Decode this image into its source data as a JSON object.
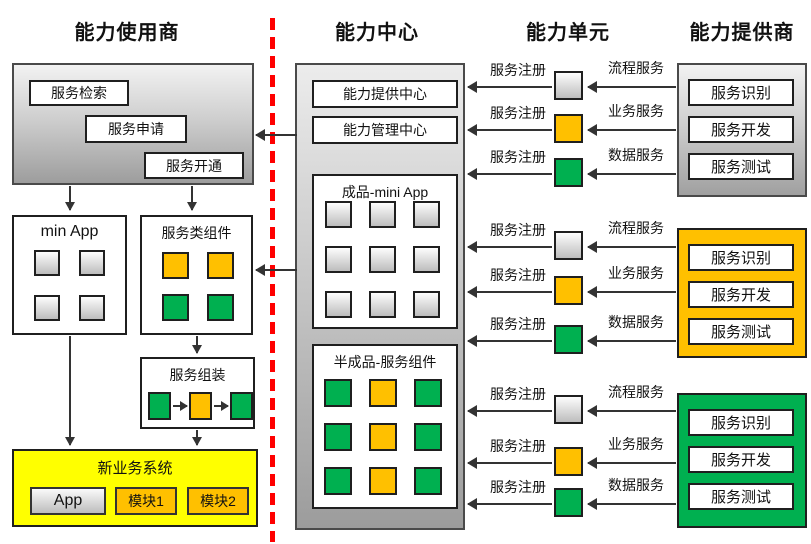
{
  "headers": {
    "consumer": "能力使用商",
    "center": "能力中心",
    "unit": "能力单元",
    "provider": "能力提供商"
  },
  "colors": {
    "orange": "#FFC000",
    "green": "#00B050",
    "yellow": "#FFFF00",
    "divider_red": "#FF0000",
    "gray_square": "#d9d9d9"
  },
  "consumer": {
    "portal_steps": [
      "服务检索",
      "服务申请",
      "服务开通"
    ],
    "min_app": {
      "title": "min App",
      "grid": [
        [
          "gray",
          "gray"
        ],
        [
          "gray",
          "gray"
        ]
      ]
    },
    "service_components": {
      "title": "服务类组件",
      "grid": [
        [
          "orange",
          "orange"
        ],
        [
          "green",
          "green"
        ]
      ]
    },
    "assembly": {
      "title": "服务组装",
      "sequence": [
        "green",
        "orange",
        "green"
      ]
    },
    "new_business": {
      "title": "新业务系统",
      "modules": [
        {
          "label": "App",
          "color": "gray"
        },
        {
          "label": "模块1",
          "color": "orange"
        },
        {
          "label": "模块2",
          "color": "orange"
        }
      ]
    }
  },
  "center": {
    "provide_center": "能力提供中心",
    "manage_center": "能力管理中心",
    "finished": {
      "title": "成品-mini App",
      "grid": [
        [
          "gray",
          "gray",
          "gray"
        ],
        [
          "gray",
          "gray",
          "gray"
        ],
        [
          "gray",
          "gray",
          "gray"
        ]
      ]
    },
    "semi_finished": {
      "title": "半成品-服务组件",
      "grid": [
        [
          "green",
          "orange",
          "green"
        ],
        [
          "green",
          "orange",
          "green"
        ],
        [
          "green",
          "orange",
          "green"
        ]
      ]
    }
  },
  "unit": {
    "rows": [
      {
        "register": "服务注册",
        "service": "流程服务",
        "square": "gray"
      },
      {
        "register": "服务注册",
        "service": "业务服务",
        "square": "orange"
      },
      {
        "register": "服务注册",
        "service": "数据服务",
        "square": "green"
      },
      {
        "register": "服务注册",
        "service": "流程服务",
        "square": "gray"
      },
      {
        "register": "服务注册",
        "service": "业务服务",
        "square": "orange"
      },
      {
        "register": "服务注册",
        "service": "数据服务",
        "square": "green"
      },
      {
        "register": "服务注册",
        "service": "流程服务",
        "square": "gray"
      },
      {
        "register": "服务注册",
        "service": "业务服务",
        "square": "orange"
      },
      {
        "register": "服务注册",
        "service": "数据服务",
        "square": "green"
      }
    ]
  },
  "provider": {
    "groups": [
      {
        "style": "gray",
        "services": [
          "服务识别",
          "服务开发",
          "服务测试"
        ]
      },
      {
        "style": "orange",
        "services": [
          "服务识别",
          "服务开发",
          "服务测试"
        ]
      },
      {
        "style": "green",
        "services": [
          "服务识别",
          "服务开发",
          "服务测试"
        ]
      }
    ]
  }
}
